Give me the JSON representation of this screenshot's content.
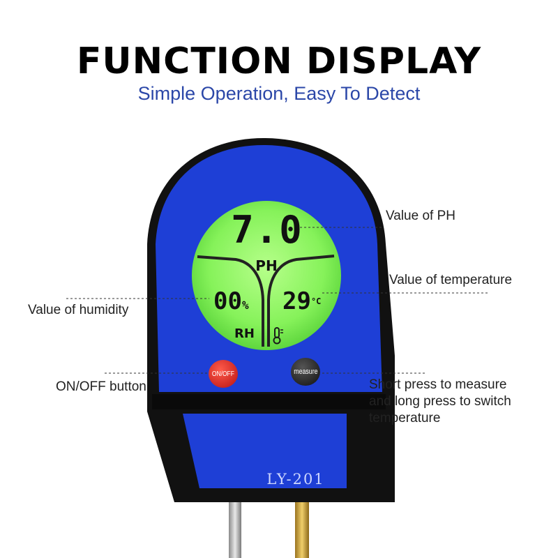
{
  "header": {
    "title": "FUNCTION DISPLAY",
    "subtitle": "Simple Operation, Easy To Detect"
  },
  "display": {
    "ph_value": "7.0",
    "ph_label": "PH",
    "humidity_value": "00",
    "humidity_unit": "%",
    "humidity_label": "RH",
    "temperature_value": "29",
    "temperature_unit": "°C"
  },
  "buttons": {
    "onoff_label": "ON/OFF",
    "measure_label": "measure"
  },
  "model": "LY-201",
  "callouts": {
    "ph": "Value of PH",
    "temperature": "Value of temperature",
    "humidity": "Value of humidity",
    "onoff": "ON/OFF button",
    "measure_line1": "Short press to measure",
    "measure_line2": "and long press to switch",
    "measure_line3": "temperature"
  },
  "colors": {
    "body_blue": "#1e3fd6",
    "lcd_green": "#86f25a",
    "onoff_red": "#d11f1f",
    "measure_dark": "#1a1a1a",
    "subtitle_blue": "#2b47a8"
  }
}
